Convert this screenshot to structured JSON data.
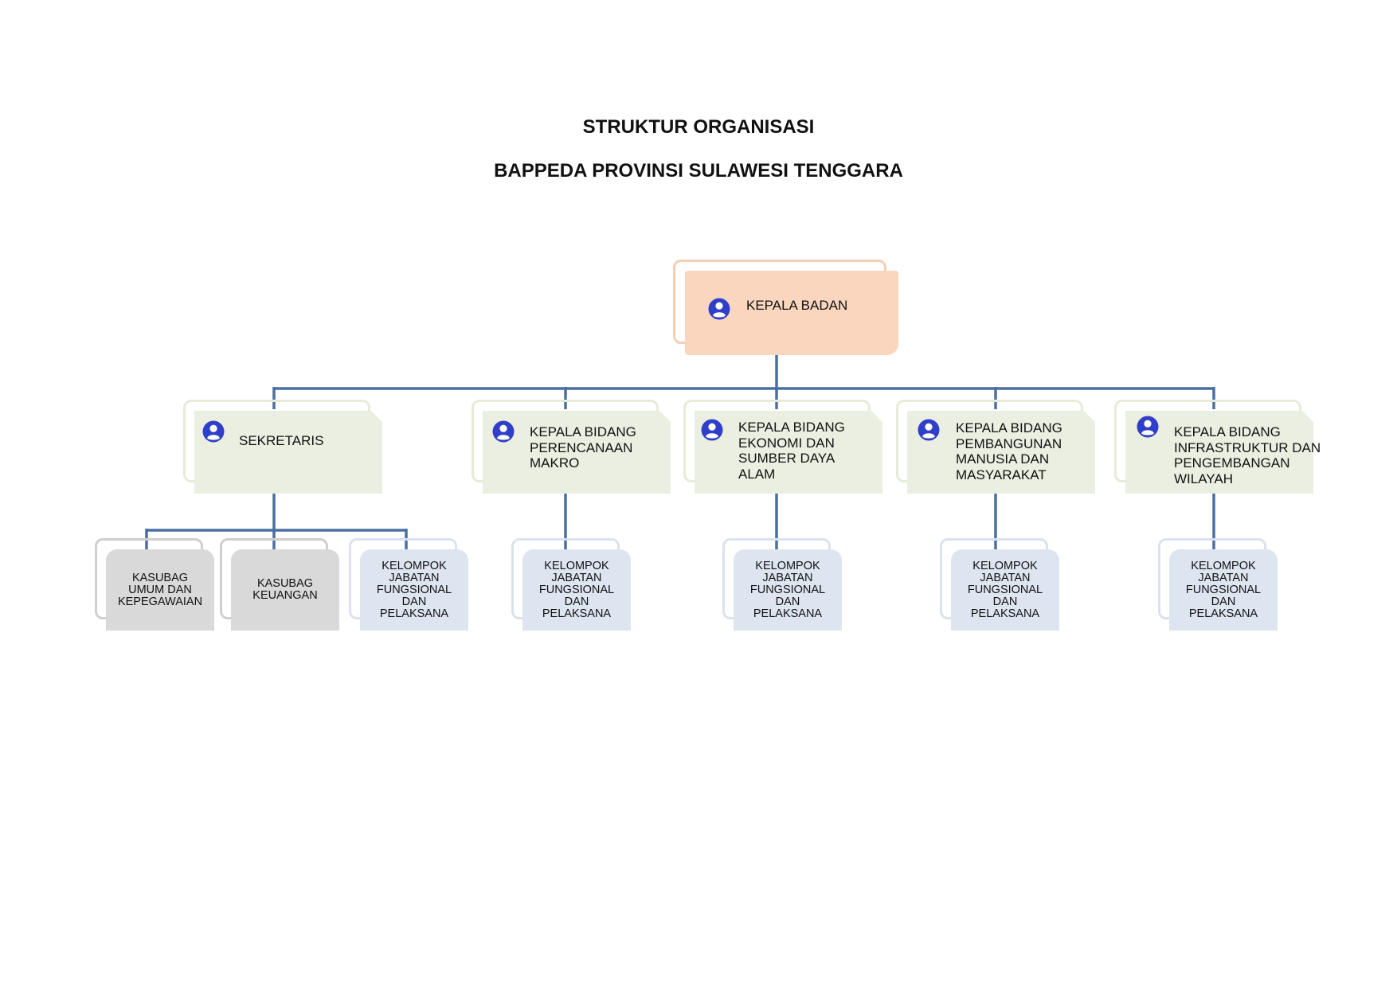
{
  "title": {
    "line1": "STRUKTUR ORGANISASI",
    "line2": "BAPPEDA PROVINSI SULAWESI TENGGARA"
  },
  "colors": {
    "connector": "#4a6fa0",
    "head_fill": "#fad6bf",
    "head_outline": "#f4cfb3",
    "level2_fill": "#ebefe1",
    "level2_outline": "#e7ebd8",
    "kasubag_fill": "#d9d9d9",
    "kasubag_outline": "#cfcfcf",
    "kelompok_fill": "#dde5f0",
    "kelompok_outline": "#d9e2ee",
    "avatar": "#2f3fc9"
  },
  "icons": {
    "person": "person-avatar-icon"
  },
  "org": {
    "head": {
      "lines": [
        "KEPALA BADAN"
      ]
    },
    "level2": [
      {
        "lines": [
          "SEKRETARIS"
        ]
      },
      {
        "lines": [
          "KEPALA BIDANG",
          "PERENCANAAN",
          "MAKRO"
        ]
      },
      {
        "lines": [
          "KEPALA BIDANG",
          "EKONOMI DAN",
          "SUMBER DAYA",
          "ALAM"
        ]
      },
      {
        "lines": [
          "KEPALA BIDANG",
          "PEMBANGUNAN",
          "MANUSIA DAN",
          "MASYARAKAT"
        ]
      },
      {
        "lines": [
          "KEPALA BIDANG",
          "INFRASTRUKTUR DAN",
          "PENGEMBANGAN",
          "WILAYAH"
        ]
      }
    ],
    "level3": [
      {
        "lines": [
          "KASUBAG",
          "UMUM DAN",
          "KEPEGAWAIAN"
        ]
      },
      {
        "lines": [
          "KASUBAG",
          "KEUANGAN"
        ]
      },
      {
        "lines": [
          "KELOMPOK",
          "JABATAN",
          "FUNGSIONAL",
          "DAN",
          "PELAKSANA"
        ]
      },
      {
        "lines": [
          "KELOMPOK",
          "JABATAN",
          "FUNGSIONAL",
          "DAN",
          "PELAKSANA"
        ]
      },
      {
        "lines": [
          "KELOMPOK",
          "JABATAN",
          "FUNGSIONAL",
          "DAN",
          "PELAKSANA"
        ]
      },
      {
        "lines": [
          "KELOMPOK",
          "JABATAN",
          "FUNGSIONAL",
          "DAN",
          "PELAKSANA"
        ]
      },
      {
        "lines": [
          "KELOMPOK",
          "JABATAN",
          "FUNGSIONAL",
          "DAN",
          "PELAKSANA"
        ]
      }
    ]
  }
}
